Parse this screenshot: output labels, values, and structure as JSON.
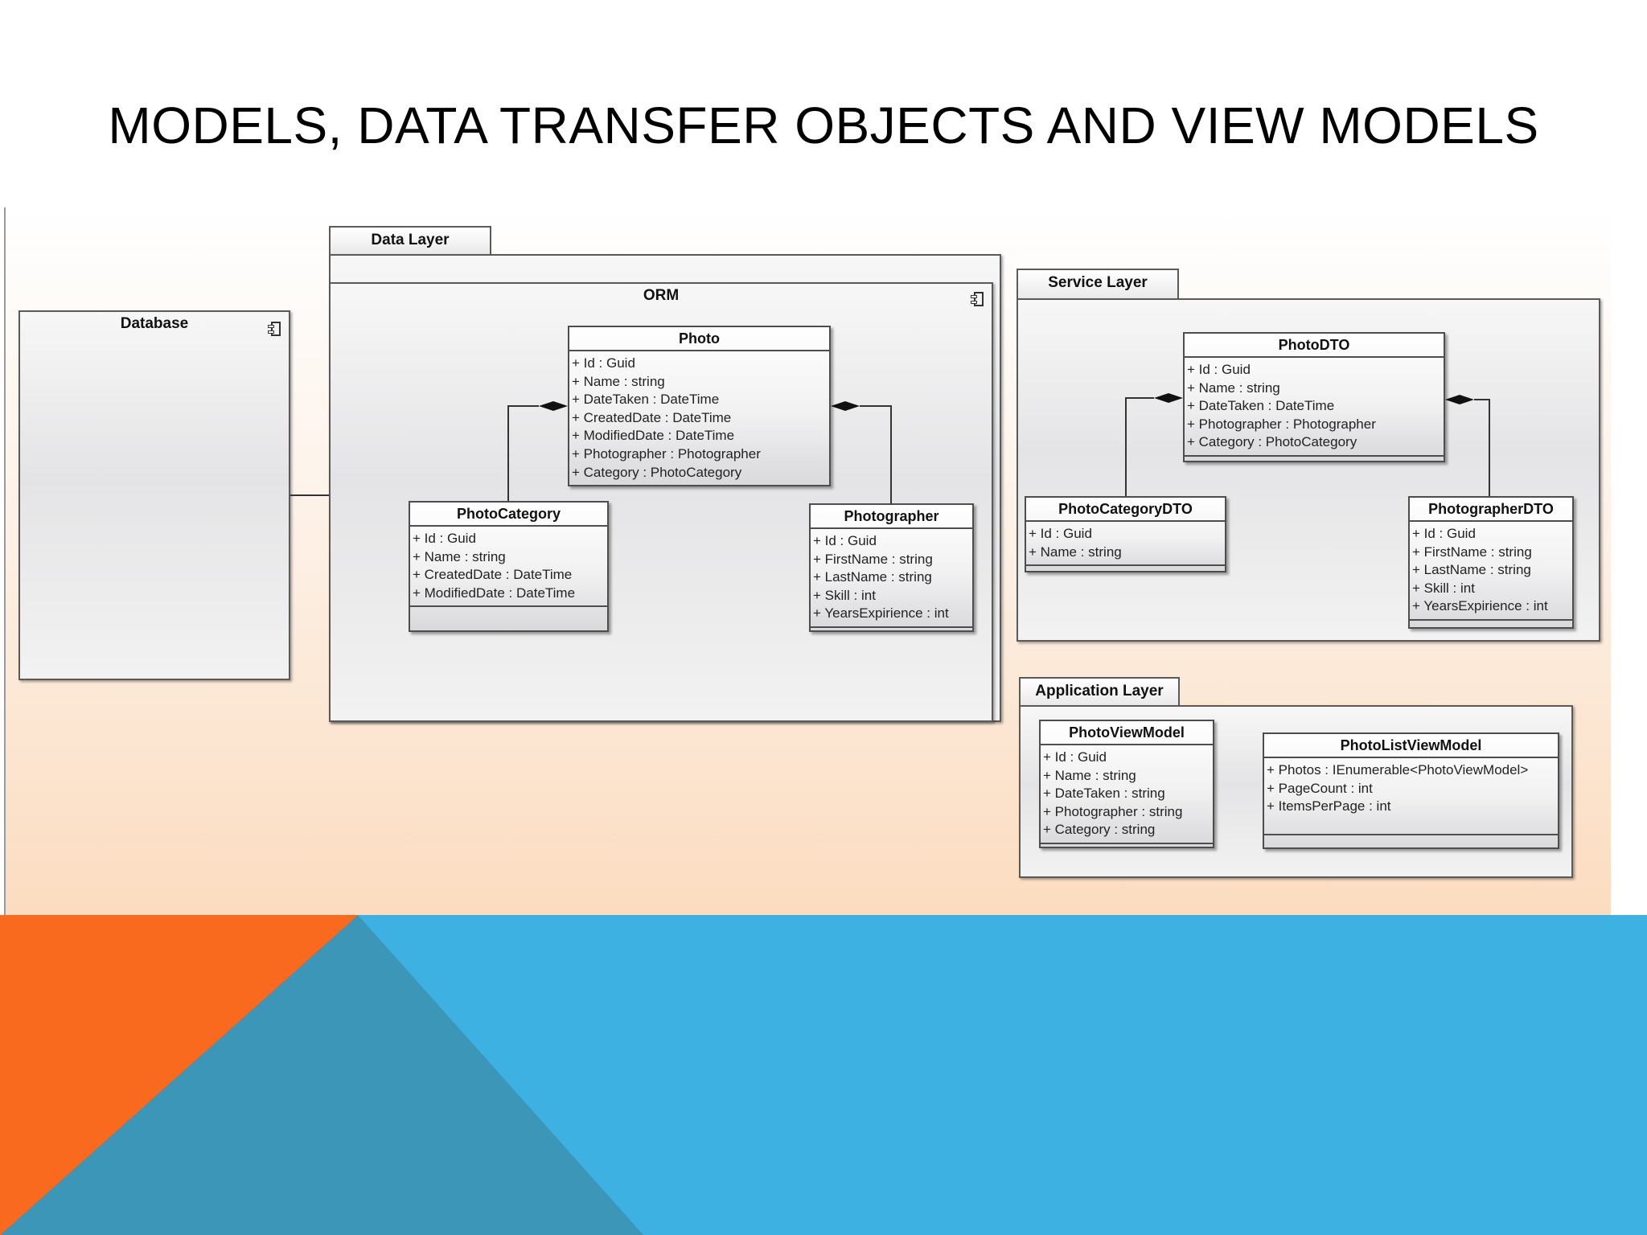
{
  "slide": {
    "title": "MODELS, DATA TRANSFER OBJECTS AND VIEW MODELS",
    "colors": {
      "orange": "#f96a1f",
      "blue": "#3db1e2",
      "teal": "#3b96b8"
    }
  },
  "diagram": {
    "database": {
      "label": "Database"
    },
    "data_layer": {
      "tab": "Data Layer",
      "orm": {
        "label": "ORM",
        "photo": {
          "name": "Photo",
          "attributes": [
            "+ Id : Guid",
            "+ Name : string",
            "+ DateTaken : DateTime",
            "+ CreatedDate : DateTime",
            "+ ModifiedDate : DateTime",
            "+ Photographer : Photographer",
            "+ Category : PhotoCategory"
          ]
        },
        "photo_category": {
          "name": "PhotoCategory",
          "attributes": [
            "+ Id : Guid",
            "+ Name : string",
            "+ CreatedDate : DateTime",
            "+ ModifiedDate : DateTime"
          ]
        },
        "photographer": {
          "name": "Photographer",
          "attributes": [
            "+ Id : Guid",
            "+ FirstName : string",
            "+ LastName : string",
            "+ Skill : int",
            "+ YearsExpirience : int"
          ]
        }
      }
    },
    "service_layer": {
      "tab": "Service Layer",
      "photo_dto": {
        "name": "PhotoDTO",
        "attributes": [
          "+ Id : Guid",
          "+ Name : string",
          "+ DateTaken : DateTime",
          "+ Photographer : Photographer",
          "+ Category : PhotoCategory"
        ]
      },
      "photo_category_dto": {
        "name": "PhotoCategoryDTO",
        "attributes": [
          "+ Id : Guid",
          "+ Name : string"
        ]
      },
      "photographer_dto": {
        "name": "PhotographerDTO",
        "attributes": [
          "+ Id : Guid",
          "+ FirstName : string",
          "+ LastName : string",
          "+ Skill : int",
          "+ YearsExpirience : int"
        ]
      }
    },
    "application_layer": {
      "tab": "Application Layer",
      "photo_view_model": {
        "name": "PhotoViewModel",
        "attributes": [
          "+ Id : Guid",
          "+ Name : string",
          "+ DateTaken : string",
          "+ Photographer : string",
          "+ Category : string"
        ]
      },
      "photo_list_view_model": {
        "name": "PhotoListViewModel",
        "attributes": [
          "+ Photos : IEnumerable<PhotoViewModel>",
          "+ PageCount : int",
          "+ ItemsPerPage : int"
        ]
      }
    }
  }
}
